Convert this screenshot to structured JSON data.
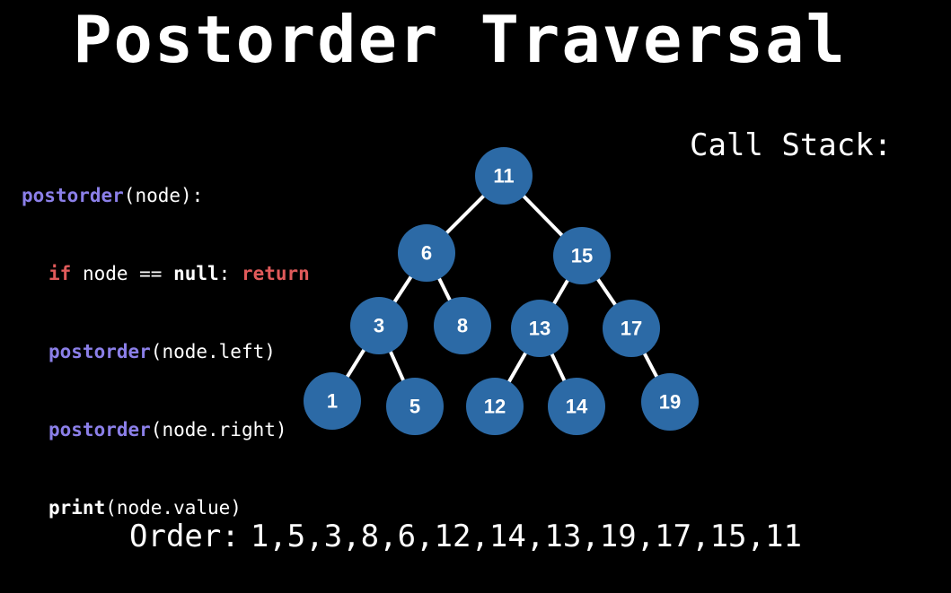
{
  "title": "Postorder Traversal",
  "code": {
    "line1": {
      "fn": "postorder",
      "rest": "(node):"
    },
    "line2": {
      "kw_if": "if",
      "mid": " node == ",
      "kw_null": "null",
      "colon": ": ",
      "kw_return": "return"
    },
    "line3": {
      "fn": "postorder",
      "rest": "(node.left)"
    },
    "line4": {
      "fn": "postorder",
      "rest": "(node.right)"
    },
    "line5": {
      "fn": "print",
      "rest": "(node.value)"
    }
  },
  "call_stack": {
    "label": "Call Stack:"
  },
  "order": {
    "label": "Order:",
    "values": "1,5,3,8,6,12,14,13,19,17,15,11"
  },
  "tree": {
    "nodes": [
      {
        "id": "n11",
        "value": "11"
      },
      {
        "id": "n6",
        "value": "6"
      },
      {
        "id": "n15",
        "value": "15"
      },
      {
        "id": "n3",
        "value": "3"
      },
      {
        "id": "n8",
        "value": "8"
      },
      {
        "id": "n13",
        "value": "13"
      },
      {
        "id": "n17",
        "value": "17"
      },
      {
        "id": "n1",
        "value": "1"
      },
      {
        "id": "n5",
        "value": "5"
      },
      {
        "id": "n12",
        "value": "12"
      },
      {
        "id": "n14",
        "value": "14"
      },
      {
        "id": "n19",
        "value": "19"
      }
    ],
    "edges": [
      [
        "n11",
        "n6"
      ],
      [
        "n11",
        "n15"
      ],
      [
        "n6",
        "n3"
      ],
      [
        "n6",
        "n8"
      ],
      [
        "n15",
        "n13"
      ],
      [
        "n15",
        "n17"
      ],
      [
        "n3",
        "n1"
      ],
      [
        "n3",
        "n5"
      ],
      [
        "n13",
        "n12"
      ],
      [
        "n13",
        "n14"
      ],
      [
        "n17",
        "n19"
      ]
    ]
  },
  "colors": {
    "background": "#000000",
    "node_fill": "#2c6aa6",
    "function_keyword": "#8b7fe8",
    "control_keyword": "#e05a5a",
    "text": "#ffffff"
  }
}
